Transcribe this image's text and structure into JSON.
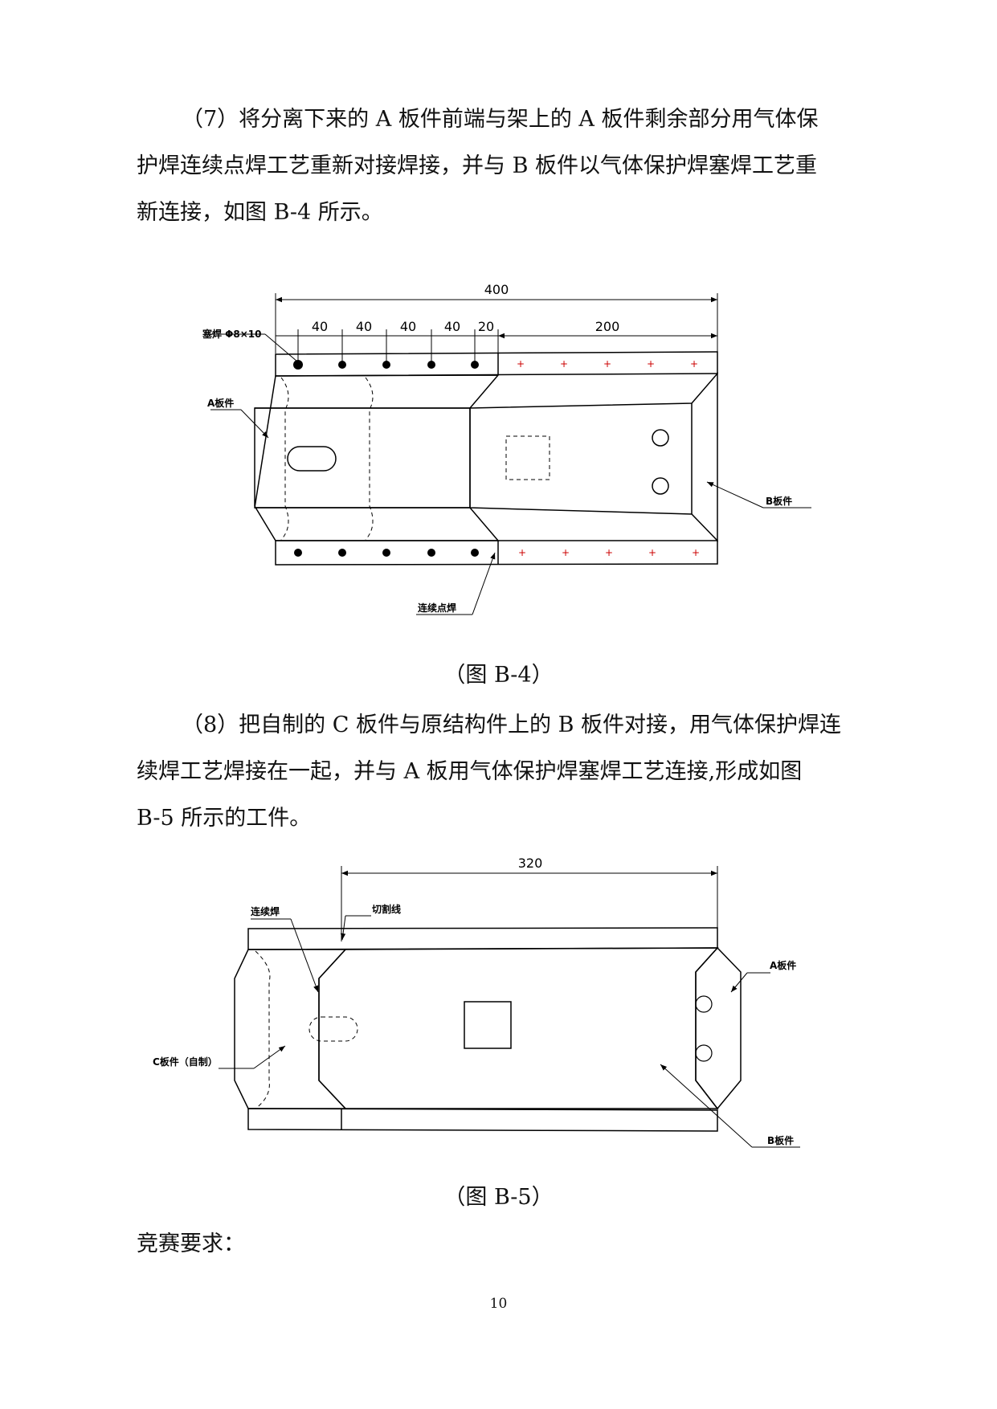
{
  "para7": {
    "line1": "（7）将分离下来的 A 板件前端与架上的 A 板件剩余部分用气体保",
    "line2": "护焊连续点焊工艺重新对接焊接，并与 B 板件以气体保护焊塞焊工艺重",
    "line3": "新连接，如图 B-4 所示。"
  },
  "figure_b4": {
    "caption": "（图 B-4）",
    "dim_total": "400",
    "dims": [
      "40",
      "40",
      "40",
      "40",
      "20",
      "200"
    ],
    "label_plug_weld": "塞焊 Φ8×10",
    "label_a_part": "A板件",
    "label_b_part": "B板件",
    "label_spot_weld": "连续点焊"
  },
  "para8": {
    "line1": "（8）把自制的 C 板件与原结构件上的 B 板件对接，用气体保护焊连",
    "line2": "续焊工艺焊接在一起，并与 A 板用气体保护焊塞焊工艺连接,形成如图",
    "line3": "B-5 所示的工件。"
  },
  "figure_b5": {
    "caption": "（图 B-5）",
    "dim_total": "320",
    "label_cont_weld": "连续焊",
    "label_cut_line": "切割线",
    "label_a_part": "A板件",
    "label_c_part": "C板件（自制）",
    "label_b_part": "B板件"
  },
  "requirements_heading": "竞赛要求：",
  "page_number": "10",
  "colors": {
    "weld_mark": "#cc0000",
    "line": "#000000"
  }
}
